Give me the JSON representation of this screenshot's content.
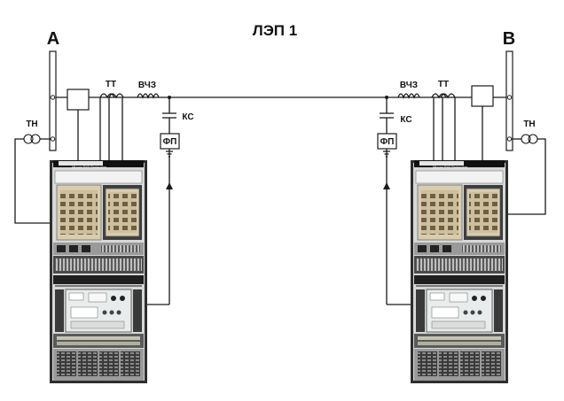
{
  "title": "ЛЭП 1",
  "substations": {
    "left": {
      "name": "А",
      "tt_label": "ТТ",
      "vchz_label": "ВЧЗ",
      "ks_label": "КС",
      "fp_label": "ФП",
      "tn_label": "ТН",
      "cabinet_label": "Micom P40 Protection"
    },
    "right": {
      "name": "В",
      "tt_label": "ТТ",
      "vchz_label": "ВЧЗ",
      "ks_label": "КС",
      "fp_label": "ФП",
      "tn_label": "ТН",
      "cabinet_label": "Micom P40 Protection"
    }
  },
  "colors": {
    "line": "#1a1a1a",
    "cabinet_frame": "#2b2b2b",
    "cabinet_panel": "#cfd2d2",
    "relay_box": "#d9cdb0",
    "device_panel": "#e9ecec"
  }
}
